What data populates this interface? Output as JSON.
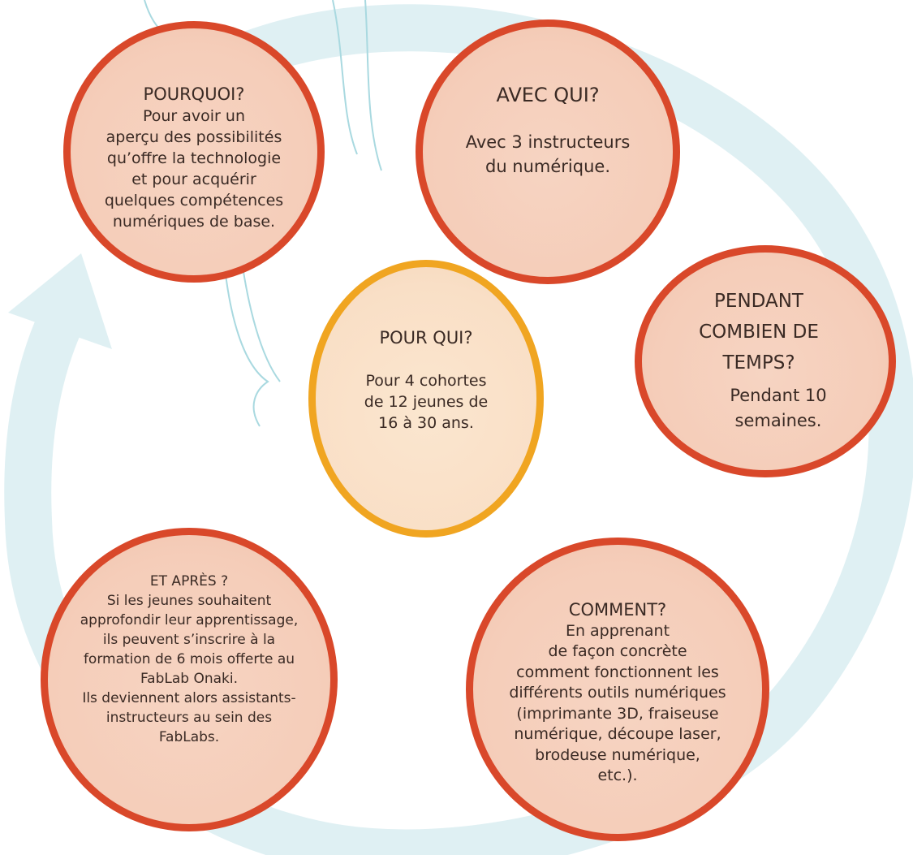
{
  "colors": {
    "arrow": "#dceff2",
    "arrow_edge": "#a7d8df",
    "ring_red": "#d9482a",
    "ring_orange": "#f0a521",
    "fill_red": "#f5cdb9",
    "fill_center": "#f9dfc6",
    "text": "#3a2a24"
  },
  "nodes": {
    "pourquoi": {
      "title": "POURQUOI?",
      "text": "Pour avoir un\naperçu des possibilités\nqu’offre la technologie\net pour acquérir\nquelques compétences\nnumériques de base."
    },
    "avec_qui": {
      "title": "AVEC QUI?",
      "text": "Avec 3 instructeurs\ndu numérique."
    },
    "pendant": {
      "title": "PENDANT\nCOMBIEN DE\nTEMPS?",
      "text": "Pendant 10\nsemaines."
    },
    "pour_qui": {
      "title": "POUR QUI?",
      "text": "Pour 4 cohortes\nde 12 jeunes de\n16 à 30 ans."
    },
    "comment": {
      "title": "COMMENT?",
      "text": "En apprenant\nde façon concrète\ncomment fonctionnent les\ndifférents outils numériques\n(imprimante 3D, fraiseuse\nnumérique, découpe laser,\nbrodeuse numérique,\netc.)."
    },
    "et_apres": {
      "title": "ET APRÈS ?",
      "text": "Si les jeunes souhaitent\napprofondir leur apprentissage,\nils peuvent s’inscrire à la\nformation de 6 mois offerte au\nFabLab Onaki.\nIls deviennent alors assistants-\ninstructeurs au sein des\nFabLabs."
    }
  }
}
